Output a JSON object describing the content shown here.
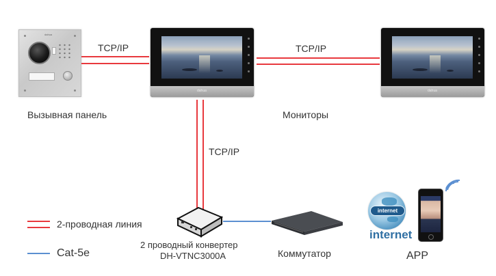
{
  "diagram": {
    "nodes": {
      "door_panel": {
        "label": "Вызывная панель"
      },
      "monitors": {
        "label": "Мониторы"
      },
      "converter": {
        "label_line1": "2 проводный конвертер",
        "label_line2": "DH-VTNC3000A"
      },
      "switch": {
        "label": "Коммутатор"
      },
      "internet": {
        "label": "internet",
        "globe_text": "internet"
      },
      "app": {
        "label": "APP"
      }
    },
    "links": [
      {
        "from": "door_panel",
        "to": "monitor_1",
        "label": "TCP/IP",
        "type": "2-wire"
      },
      {
        "from": "monitor_1",
        "to": "monitor_2",
        "label": "TCP/IP",
        "type": "2-wire"
      },
      {
        "from": "monitor_1",
        "to": "converter",
        "label": "TCP/IP",
        "type": "2-wire"
      },
      {
        "from": "converter",
        "to": "switch",
        "label": "",
        "type": "cat5e"
      }
    ],
    "legend": [
      {
        "key": "2-wire",
        "label": "2-проводная линия",
        "color": "#e8383d"
      },
      {
        "key": "cat5e",
        "label": "Cat-5e",
        "color": "#5b8fd1"
      }
    ],
    "colors": {
      "two_wire": "#e8383d",
      "cat5e": "#5b8fd1",
      "text": "#333333",
      "internet_text": "#2f6fa3"
    }
  }
}
